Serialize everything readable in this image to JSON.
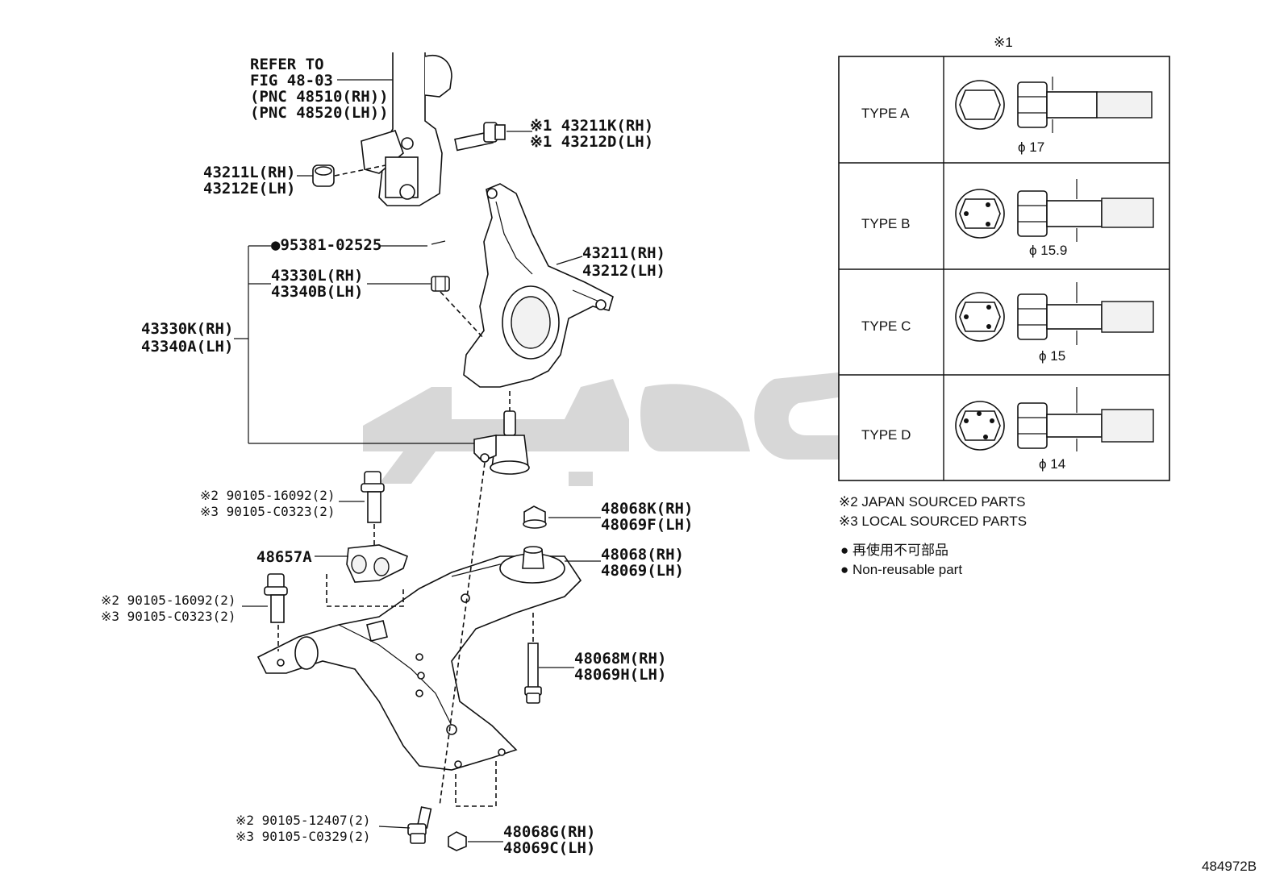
{
  "refer": {
    "line1": "REFER TO",
    "line2": "FIG 48-03",
    "line3": "(PNC 48510(RH))",
    "line4": "(PNC 48520(LH))"
  },
  "parts": {
    "p43211K": "※1 43211K(RH)",
    "p43212D": "※1 43212D(LH)",
    "p43211L": "43211L(RH)",
    "p43212E": "43212E(LH)",
    "p95381": "●95381-02525",
    "p43211": "43211(RH)",
    "p43212": "43212(LH)",
    "p43330L": "43330L(RH)",
    "p43340B": "43340B(LH)",
    "p43330K": "43330K(RH)",
    "p43340A": "43340A(LH)",
    "p90105a1": "※2 90105-16092(2)",
    "p90105a2": "※3 90105-C0323(2)",
    "p48068K": "48068K(RH)",
    "p48069F": "48069F(LH)",
    "p48657A": "48657A",
    "p48068": "48068(RH)",
    "p48069": "48069(LH)",
    "p90105b1": "※2 90105-16092(2)",
    "p90105b2": "※3 90105-C0323(2)",
    "p48068M": "48068M(RH)",
    "p48069H": "48069H(LH)",
    "p90105c1": "※2 90105-12407(2)",
    "p90105c2": "※3 90105-C0329(2)",
    "p48068G": "48068G(RH)",
    "p48069C": "48069C(LH)"
  },
  "table": {
    "header": "※1",
    "rows": [
      {
        "type": "TYPE A",
        "dim": "ϕ 17"
      },
      {
        "type": "TYPE B",
        "dim": "ϕ 15.9"
      },
      {
        "type": "TYPE C",
        "dim": "ϕ 15"
      },
      {
        "type": "TYPE D",
        "dim": "ϕ 14"
      }
    ]
  },
  "notes": {
    "japan": "※2 JAPAN SOURCED PARTS",
    "local": "※3 LOCAL SOURCED PARTS",
    "nonreuse_jp": "● 再使用不可部品",
    "nonreuse_en": "● Non-reusable part"
  },
  "figure_id": "484972B"
}
